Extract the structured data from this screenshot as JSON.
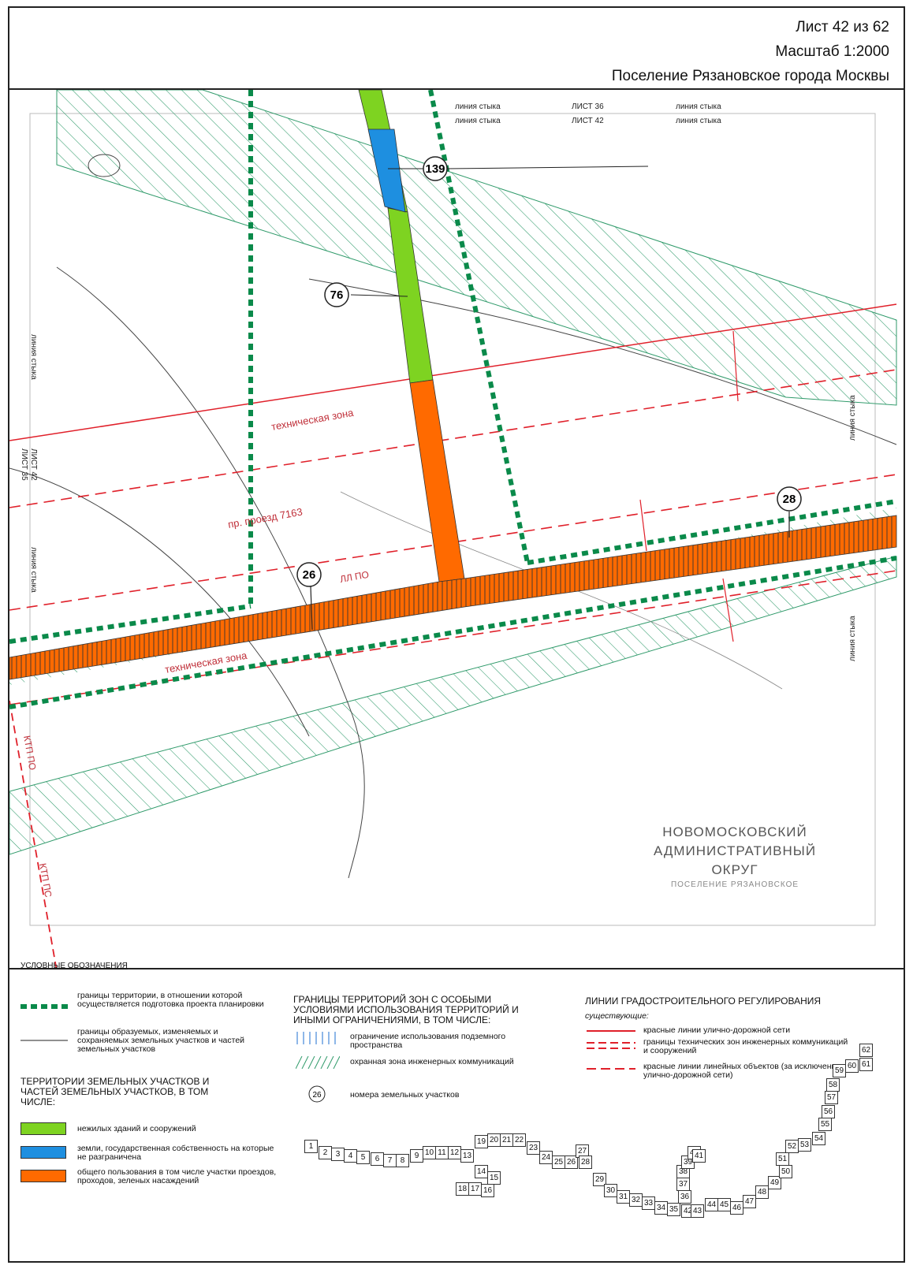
{
  "header": {
    "sheet": "Лист 42 из 62",
    "scale": "Масштаб 1:2000",
    "settlement": "Поселение Рязановское города Москвы"
  },
  "map": {
    "join_labels": {
      "top_left_1": "линия стыка",
      "top_left_2": "линия стыка",
      "top_sheet_1": "ЛИСТ 36",
      "top_sheet_2": "ЛИСТ 42",
      "top_right_1": "линия стыка",
      "top_right_2": "линия стыка",
      "left_1": "линия стыка",
      "left_sheet_1": "ЛИСТ 42",
      "left_sheet_2": "ЛИСТ 35",
      "left_2": "линия стыка",
      "right_1": "линия стыка",
      "right_2": "линия стыка"
    },
    "zone_labels": {
      "tech_zone_1": "техническая зона",
      "tech_zone_2": "техническая зона",
      "proezd": "пр. проезд 7163",
      "ktp_1": "КТП ПО",
      "ktp_2": "КТП ПС",
      "lpo": "ЛЛ ПО"
    },
    "parcels": [
      "139",
      "76",
      "26",
      "28"
    ],
    "district": {
      "line1": "НОВОМОСКОВСКИЙ",
      "line2": "АДМИНИСТРАТИВНЫЙ",
      "line3": "ОКРУГ",
      "sub": "ПОСЕЛЕНИЕ РЯЗАНОВСКОЕ"
    },
    "colors": {
      "green": "#7ed321",
      "blue": "#1e8fe0",
      "orange": "#ff6a00",
      "red": "#e0202a",
      "dark_green": "#0a8a4a",
      "hatch": "#2f9a6a"
    }
  },
  "legend": {
    "title": "УСЛОВНЫЕ ОБОЗНАЧЕНИЯ",
    "planning_boundary": "границы территории, в отношении которой осуществляется подготовка проекта планировки",
    "parcel_boundary": "границы образуемых, изменяемых и сохраняемых земельных участков и частей земельных участков",
    "territories_head": "ТЕРРИТОРИИ ЗЕМЕЛЬНЫХ УЧАСТКОВ И ЧАСТЕЙ ЗЕМЕЛЬНЫХ УЧАСТКОВ, В ТОМ ЧИСЛЕ:",
    "nonresidential": "нежилых зданий и сооружений",
    "state_land": "земли, государственная собственность на которые не разграничена",
    "public_use": "общего пользования в том числе участки проездов, проходов, зеленых насаждений",
    "zones_head": "ГРАНИЦЫ ТЕРРИТОРИЙ ЗОН С ОСОБЫМИ УСЛОВИЯМИ ИСПОЛЬЗОВАНИЯ ТЕРРИТОРИЙ И ИНЫМИ ОГРАНИЧЕНИЯМИ, В ТОМ ЧИСЛЕ:",
    "underground": "ограничение использования подземного пространства",
    "protection": "охранная зона инженерных коммуникаций",
    "parcel_numbers_sample": "26",
    "parcel_numbers": "номера земельных участков",
    "lines_head": "ЛИНИИ ГРАДОСТРОИТЕЛЬНОГО РЕГУЛИРОВАНИЯ",
    "existing": "существующие:",
    "red_lines": "красные линии улично-дорожной сети",
    "tech_zones": "границы технических зон инженерных коммуникаций и сооружений",
    "linear_objects": "красные линии линейных объектов (за исключением улично-дорожной сети)",
    "sheet_index": [
      "1",
      "2",
      "3",
      "4",
      "5",
      "6",
      "7",
      "8",
      "9",
      "10",
      "11",
      "12",
      "13",
      "14",
      "15",
      "16",
      "17",
      "18",
      "19",
      "20",
      "21",
      "22",
      "23",
      "24",
      "25",
      "26",
      "27",
      "28",
      "29",
      "30",
      "31",
      "32",
      "33",
      "34",
      "35",
      "36",
      "37",
      "38",
      "39",
      "40",
      "41",
      "42",
      "43",
      "44",
      "45",
      "46",
      "47",
      "48",
      "49",
      "50",
      "51",
      "52",
      "53",
      "54",
      "55",
      "56",
      "57",
      "58",
      "59",
      "60",
      "61",
      "62"
    ]
  }
}
